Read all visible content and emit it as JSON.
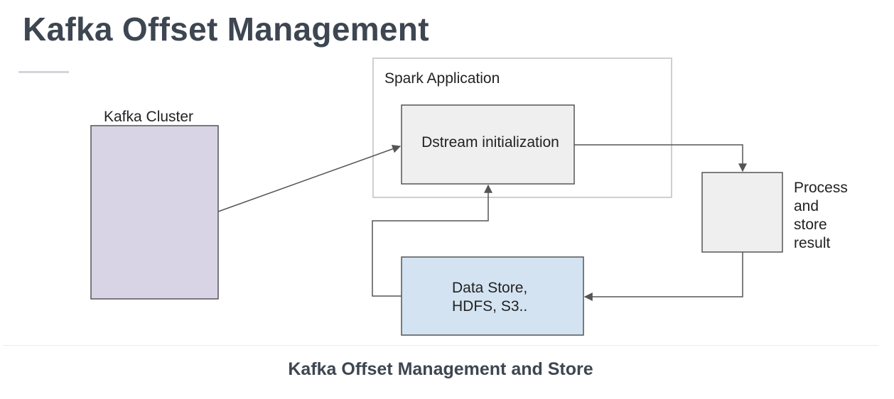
{
  "title": "Kafka Offset Management",
  "caption": "Kafka Offset Management and Store",
  "diagram": {
    "kafka_cluster_label": "Kafka Cluster",
    "spark_application_label": "Spark Application",
    "dstream_label": "Dstream initialization",
    "process_label_lines": [
      "Process",
      "and",
      "store",
      "result"
    ],
    "data_store_label_lines": [
      "Data Store,",
      "HDFS, S3.."
    ]
  },
  "colors": {
    "kafka_fill": "#d8d4e6",
    "process_fill": "#efefef",
    "dstream_fill": "#efefef",
    "data_store_fill": "#d4e3f1",
    "stroke": "#555555",
    "container_stroke": "#cfcfcf",
    "text": "#222222",
    "heading": "#3d4651"
  }
}
